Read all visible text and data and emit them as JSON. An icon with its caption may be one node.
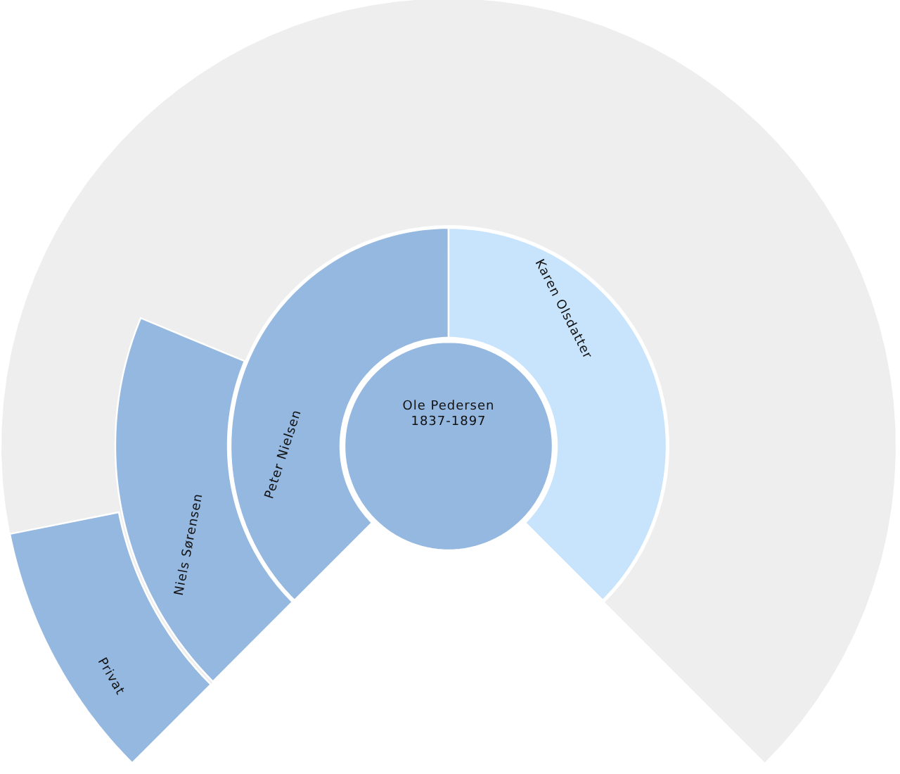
{
  "diagram": {
    "nodes": [
      {
        "text": [
          "Ole Pedersen",
          "1837-1897"
        ]
      },
      {
        "text": [
          "Peter Nielsen"
        ]
      },
      {
        "text": [
          "Karen Olsdatter"
        ]
      },
      {
        "text": [
          "Niels Sørensen"
        ]
      },
      {
        "text": [
          "Privat"
        ]
      }
    ]
  }
}
